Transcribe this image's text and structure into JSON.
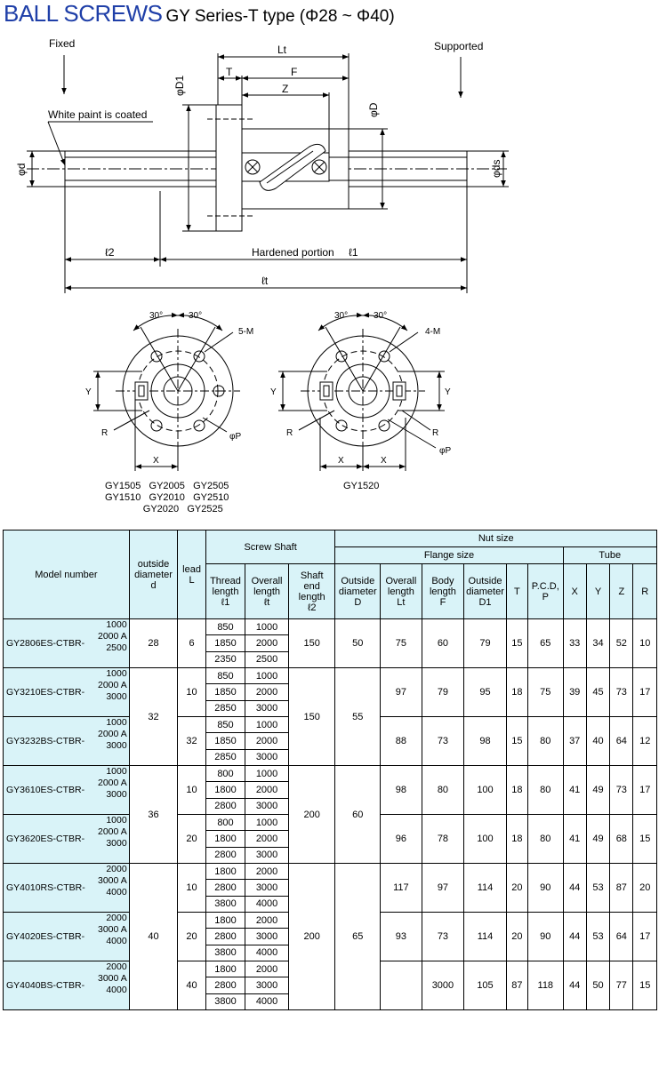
{
  "title": {
    "brand": "BALL SCREWS",
    "subtitle": "GY Series-T type (Φ28 ~ Φ40)"
  },
  "drawing": {
    "fixed": "Fixed",
    "supported": "Supported",
    "paint": "White paint is coated",
    "hardened": "Hardened portion",
    "l1": "ℓ1",
    "l2": "ℓ2",
    "lt": "ℓt",
    "Lt": "Lt",
    "T": "T",
    "F": "F",
    "Z": "Z",
    "D": "φD",
    "D1": "φD1",
    "d": "φd",
    "ds": "φds",
    "angle": "30°",
    "holes5": "5-M",
    "holes4": "4-M",
    "R": "R",
    "Y": "Y",
    "X": "X",
    "P": "φP",
    "caption_left": [
      "GY1505   GY2005   GY2505",
      "GY1510   GY2010   GY2510",
      "              GY2020   GY2525"
    ],
    "caption_right": "GY1520"
  },
  "table": {
    "headers": {
      "model": "Model number",
      "outside": [
        "outside",
        "diameter",
        "d"
      ],
      "lead": [
        "lead",
        "L"
      ],
      "screw_shaft": "Screw Shaft",
      "thread": [
        "Thread",
        "length",
        "ℓ1"
      ],
      "overall": [
        "Overall",
        "length",
        "ℓt"
      ],
      "shaft_end": [
        "Shaft",
        "end",
        "length",
        "ℓ2"
      ],
      "nut_size": "Nut size",
      "flange_size": "Flange size",
      "tube": "Tube",
      "outside_D": [
        "Outside",
        "diameter",
        "D"
      ],
      "overall_Lt": [
        "Overall",
        "length",
        "Lt"
      ],
      "body_F": [
        "Body",
        "length",
        "F"
      ],
      "outside_D1": [
        "Outside",
        "diameter",
        "D1"
      ],
      "T": "T",
      "pcd": [
        "P.C.D,",
        "P"
      ],
      "X": "X",
      "Y": "Y",
      "Z": "Z",
      "R": "R"
    },
    "groups": [
      {
        "model": "GY2806ES-CTBR-",
        "lens": [
          "1000",
          "2000 A",
          "2500"
        ],
        "l1": [
          "850",
          "1850",
          "2350"
        ],
        "lt": [
          "1000",
          "2000",
          "2500"
        ],
        "Lt": "75",
        "F": "60",
        "D1": "79",
        "T": "15",
        "P": "65",
        "X": "33",
        "Y": "34",
        "Z": "52",
        "R": "10"
      },
      {
        "model": "GY3210ES-CTBR-",
        "lens": [
          "1000",
          "2000 A",
          "3000"
        ],
        "l1": [
          "850",
          "1850",
          "2850"
        ],
        "lt": [
          "1000",
          "2000",
          "3000"
        ],
        "lead": "10",
        "Lt": "97",
        "F": "79",
        "D1": "95",
        "T": "18",
        "P": "75",
        "X": "39",
        "Y": "45",
        "Z": "73",
        "R": "17"
      },
      {
        "model": "GY3232BS-CTBR-",
        "lens": [
          "1000",
          "2000 A",
          "3000"
        ],
        "l1": [
          "850",
          "1850",
          "2850"
        ],
        "lt": [
          "1000",
          "2000",
          "3000"
        ],
        "lead": "32",
        "Lt": "88",
        "F": "73",
        "D1": "98",
        "T": "15",
        "P": "80",
        "X": "37",
        "Y": "40",
        "Z": "64",
        "R": "12"
      },
      {
        "model": "GY3610ES-CTBR-",
        "lens": [
          "1000",
          "2000 A",
          "3000"
        ],
        "l1": [
          "800",
          "1800",
          "2800"
        ],
        "lt": [
          "1000",
          "2000",
          "3000"
        ],
        "lead": "10",
        "Lt": "98",
        "F": "80",
        "D1": "100",
        "T": "18",
        "P": "80",
        "X": "41",
        "Y": "49",
        "Z": "73",
        "R": "17"
      },
      {
        "model": "GY3620ES-CTBR-",
        "lens": [
          "1000",
          "2000 A",
          "3000"
        ],
        "l1": [
          "800",
          "1800",
          "2800"
        ],
        "lt": [
          "1000",
          "2000",
          "3000"
        ],
        "lead": "20",
        "Lt": "96",
        "F": "78",
        "D1": "100",
        "T": "18",
        "P": "80",
        "X": "41",
        "Y": "49",
        "Z": "68",
        "R": "15"
      },
      {
        "model": "GY4010RS-CTBR-",
        "lens": [
          "2000",
          "3000 A",
          "4000"
        ],
        "l1": [
          "1800",
          "2800",
          "3800"
        ],
        "lt": [
          "2000",
          "3000",
          "4000"
        ],
        "lead": "10",
        "Lt": "117",
        "F": "97",
        "D1": "114",
        "T": "20",
        "P": "90",
        "X": "44",
        "Y": "53",
        "Z": "87",
        "R": "20"
      },
      {
        "model": "GY4020ES-CTBR-",
        "lens": [
          "2000",
          "3000 A",
          "4000"
        ],
        "l1": [
          "1800",
          "2800",
          "3800"
        ],
        "lt": [
          "2000",
          "3000",
          "4000"
        ],
        "lead": "20",
        "Lt": "93",
        "F": "73",
        "D1": "114",
        "T": "20",
        "P": "90",
        "X": "44",
        "Y": "53",
        "Z": "64",
        "R": "17"
      },
      {
        "model": "GY4040BS-CTBR-",
        "lens": [
          "2000",
          "3000 A",
          "4000"
        ],
        "l1": [
          "1800",
          "2800",
          "3800"
        ],
        "lt": [
          "2000",
          "3000",
          "4000"
        ],
        "lead": "40",
        "Lt": "",
        "F": "3000",
        "D1": "105",
        "T": "87",
        "P": "118",
        "X": "44",
        "Y": "50",
        "Z": "77",
        "R": "15"
      }
    ],
    "g1": {
      "d": "28",
      "lead": "6",
      "l2": "150",
      "D": "50"
    },
    "g23": {
      "d": "32",
      "l2": "150",
      "D": "55"
    },
    "g45": {
      "d": "36",
      "l2": "200",
      "D": "60"
    },
    "g678": {
      "d": "40",
      "l2": "200",
      "D": "65"
    }
  }
}
